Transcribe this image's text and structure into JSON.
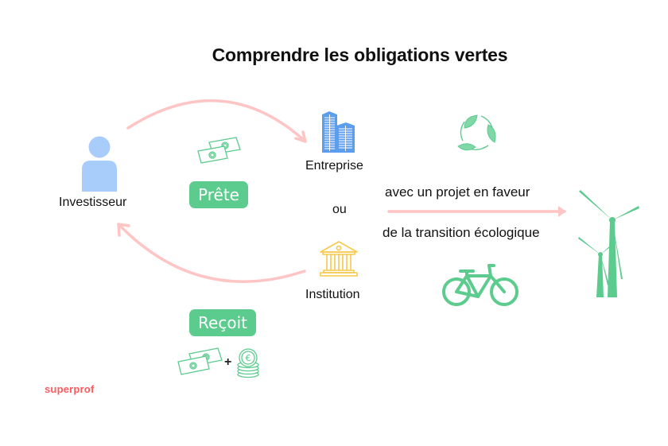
{
  "title": "Comprendre les obligations vertes",
  "nodes": {
    "investor": {
      "label": "Investisseur",
      "icon": "person-icon"
    },
    "company": {
      "label": "Entreprise",
      "icon": "buildings-icon"
    },
    "separator": {
      "label": "ou"
    },
    "institution": {
      "label": "Institution",
      "icon": "bank-building-icon"
    }
  },
  "flows": {
    "lend": {
      "label": "Prête",
      "icon": "banknotes-icon",
      "direction": "investor → entreprise/institution"
    },
    "receive": {
      "label": "Reçoit",
      "icons": [
        "banknotes-icon",
        "coins-stack-icon"
      ],
      "operator": "+",
      "direction": "entreprise/institution → investor"
    }
  },
  "project": {
    "line1": "avec un projet  en faveur",
    "line2": "de la transition écologique",
    "icons": [
      "recycle-leaves-icon",
      "bicycle-icon",
      "wind-turbines-icon"
    ]
  },
  "brand": "superprof",
  "colors": {
    "arrow": "#ffc4c4",
    "green": "#5ccb8e",
    "person": "#a8cdfb",
    "building": "#5b9ef0",
    "institution": "#f7c84a",
    "brand": "#ff5a5f"
  }
}
